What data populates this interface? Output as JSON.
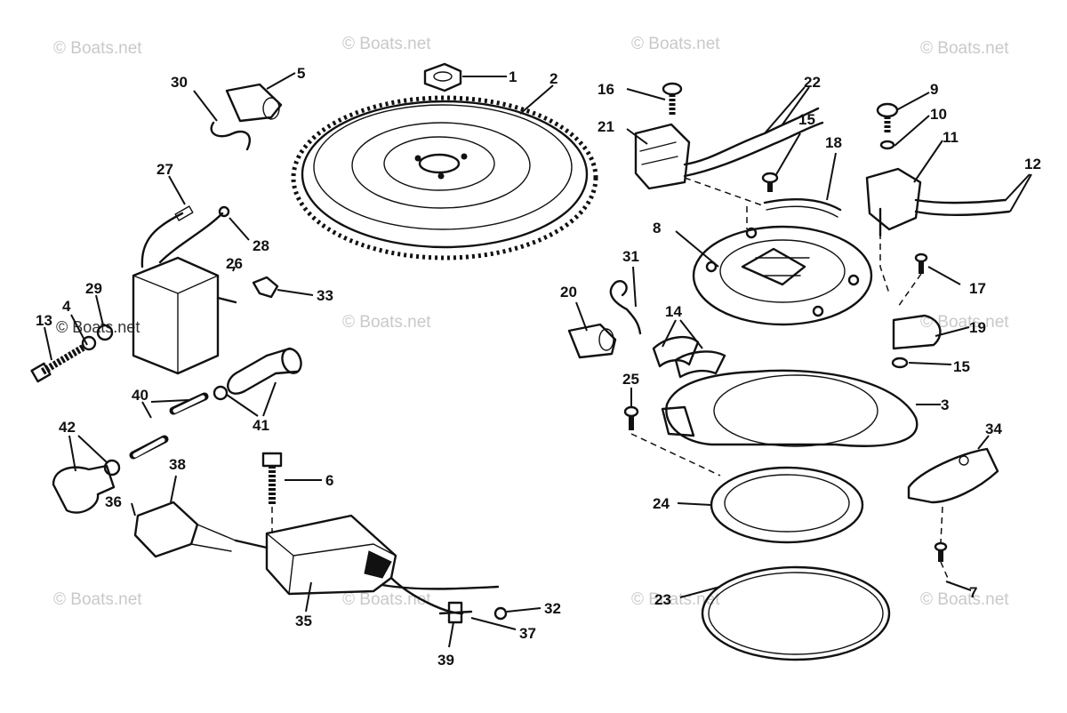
{
  "watermark_text": "© Boats.net",
  "callouts": [
    {
      "id": "c1",
      "label": "1"
    },
    {
      "id": "c2",
      "label": "2"
    },
    {
      "id": "c3",
      "label": "3"
    },
    {
      "id": "c4",
      "label": "4"
    },
    {
      "id": "c5",
      "label": "5"
    },
    {
      "id": "c6",
      "label": "6"
    },
    {
      "id": "c7",
      "label": "7"
    },
    {
      "id": "c8",
      "label": "8"
    },
    {
      "id": "c9",
      "label": "9"
    },
    {
      "id": "c10",
      "label": "10"
    },
    {
      "id": "c11",
      "label": "11"
    },
    {
      "id": "c12",
      "label": "12"
    },
    {
      "id": "c13",
      "label": "13"
    },
    {
      "id": "c14",
      "label": "14"
    },
    {
      "id": "c15a",
      "label": "15"
    },
    {
      "id": "c15b",
      "label": "15"
    },
    {
      "id": "c16",
      "label": "16"
    },
    {
      "id": "c17",
      "label": "17"
    },
    {
      "id": "c18",
      "label": "18"
    },
    {
      "id": "c19",
      "label": "19"
    },
    {
      "id": "c20",
      "label": "20"
    },
    {
      "id": "c21",
      "label": "21"
    },
    {
      "id": "c22",
      "label": "22"
    },
    {
      "id": "c23",
      "label": "23"
    },
    {
      "id": "c24",
      "label": "24"
    },
    {
      "id": "c25",
      "label": "25"
    },
    {
      "id": "c26",
      "label": "26"
    },
    {
      "id": "c27",
      "label": "27"
    },
    {
      "id": "c28",
      "label": "28"
    },
    {
      "id": "c29",
      "label": "29"
    },
    {
      "id": "c30",
      "label": "30"
    },
    {
      "id": "c31",
      "label": "31"
    },
    {
      "id": "c32",
      "label": "32"
    },
    {
      "id": "c33",
      "label": "33"
    },
    {
      "id": "c34",
      "label": "34"
    },
    {
      "id": "c35",
      "label": "35"
    },
    {
      "id": "c36",
      "label": "36"
    },
    {
      "id": "c37",
      "label": "37"
    },
    {
      "id": "c38",
      "label": "38"
    },
    {
      "id": "c39",
      "label": "39"
    },
    {
      "id": "c40",
      "label": "40"
    },
    {
      "id": "c41",
      "label": "41"
    },
    {
      "id": "c42",
      "label": "42"
    }
  ]
}
